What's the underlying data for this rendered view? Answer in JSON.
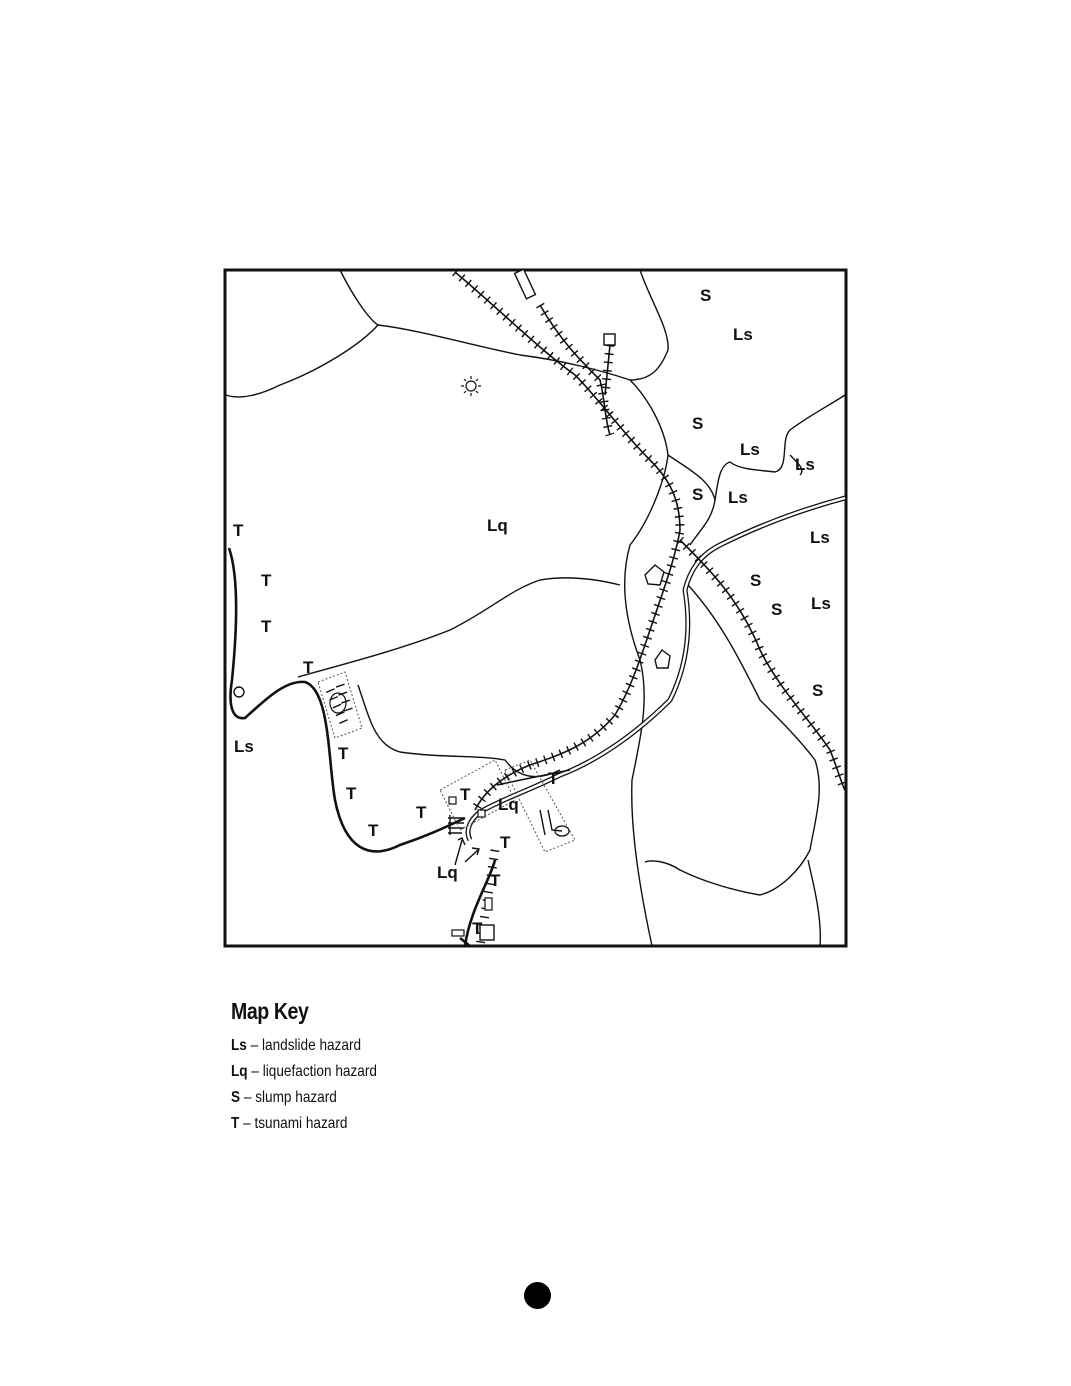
{
  "map": {
    "labels": [
      "S",
      "Ls",
      "S",
      "Ls",
      "Ls",
      "S",
      "Ls",
      "Ls",
      "S",
      "S",
      "Ls",
      "S",
      "T",
      "Lq",
      "T",
      "T",
      "T",
      "Ls",
      "T",
      "T",
      "T",
      "T",
      "T",
      "Lq",
      "T",
      "T",
      "Lq",
      "T",
      "T"
    ]
  },
  "key": {
    "title": "Map Key",
    "items": [
      {
        "code": "Ls",
        "desc": "– landslide hazard"
      },
      {
        "code": "Lq",
        "desc": "– liquefaction hazard"
      },
      {
        "code": "S",
        "desc": "– slump hazard"
      },
      {
        "code": "T",
        "desc": "– tsunami hazard"
      }
    ]
  }
}
